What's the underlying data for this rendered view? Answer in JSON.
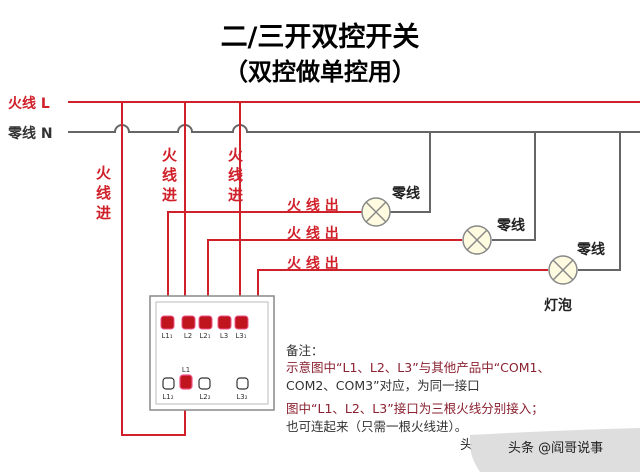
{
  "title": "二/三开双控开关",
  "subtitle": "（双控做单控用）",
  "lines": {
    "live": "火线 L",
    "neutral": "零线 N"
  },
  "inputs": [
    "火",
    "线",
    "进"
  ],
  "outputs": [
    "火 线 出",
    "火 线 出",
    "火 线 出"
  ],
  "neutral_labels": [
    "零线",
    "零线",
    "零线"
  ],
  "bulb_label": "灯泡",
  "terminals_top": [
    "L1₁",
    "L2",
    "L2₁",
    "L3",
    "L3₁"
  ],
  "terminals_bottom": [
    "L1₂",
    "L1",
    "L2₂",
    "L3₂"
  ],
  "notes": {
    "heading": "备注：",
    "line1": "示意图中“L1、L2、L3”与其他产品中“COM1、",
    "line2": "COM2、COM3”对应，为同一接口",
    "line3": "图中“L1、L2、L3”接口为三根火线分别接入；",
    "line4": "也可连起来（只需一根火线进）。"
  },
  "watermark": "头条 @阎哥说事",
  "watermark_partial": "头",
  "colors": {
    "live": "#d0202a",
    "neutral": "#666666",
    "terminal": "#c0141e"
  }
}
